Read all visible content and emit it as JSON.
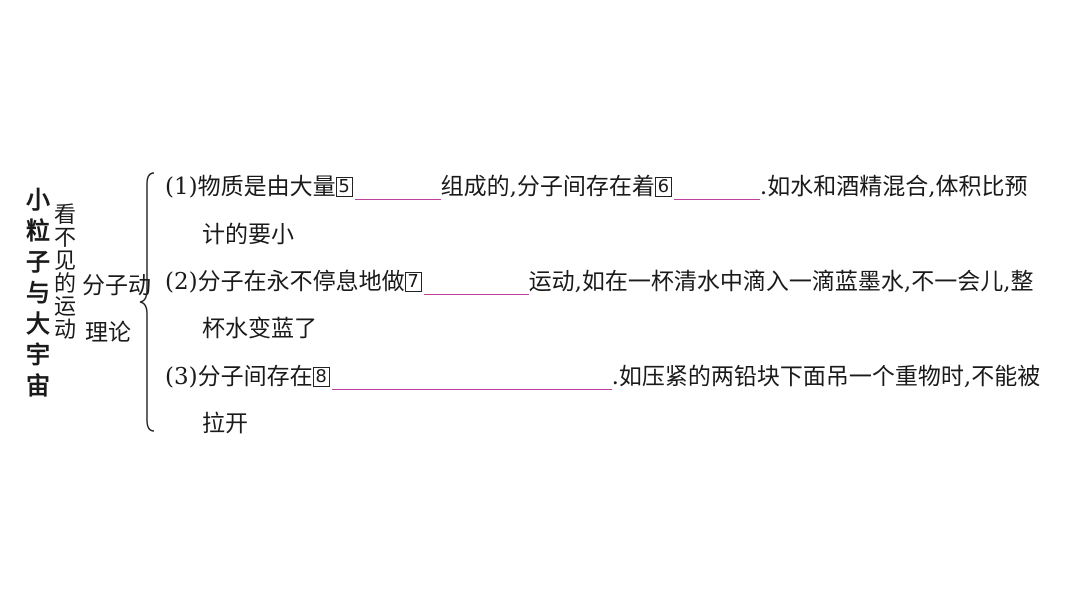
{
  "title_chars": [
    "小",
    "粒",
    "子",
    "与",
    "大",
    "宇",
    "宙"
  ],
  "subtitle_chars": [
    "看",
    "不",
    "见",
    "的",
    "运",
    "动"
  ],
  "theory": {
    "line1": "分子动",
    "line2": "理论"
  },
  "items": [
    {
      "prefix": "(1)物质是由大量",
      "box1": "5",
      "mid": "组成的,分子间存在着",
      "box2": "6",
      "suffix": ".如水和酒精混合,体积比预",
      "cont": "计的要小"
    },
    {
      "prefix": "(2)分子在永不停息地做",
      "box1": "7",
      "suffix": "运动,如在一杯清水中滴入一滴蓝墨水,不一会儿,整",
      "cont": "杯水变蓝了"
    },
    {
      "prefix": "(3)分子间存在",
      "box1": "8",
      "suffix": ".如压紧的两铅块下面吊一个重物时,不能被",
      "cont": "拉开"
    }
  ],
  "colors": {
    "blank_line": "#c040a0",
    "text": "#1a1a1a"
  }
}
